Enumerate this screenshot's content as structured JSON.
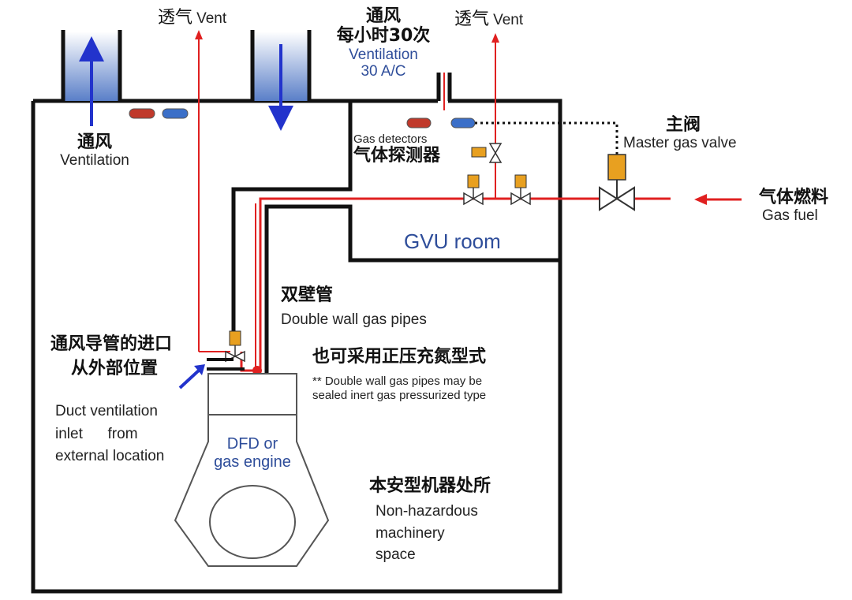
{
  "labels": {
    "vent_left_cn": "透气",
    "vent_left_en": "Vent",
    "vent_right_cn": "透气",
    "vent_right_en": "Vent",
    "ventilation_30_cn_1": "通风",
    "ventilation_30_cn_2": "每小时30次",
    "ventilation_30_en_1": "Ventilation",
    "ventilation_30_en_2": "30 A/C",
    "ventilation_left_cn": "通风",
    "ventilation_left_en": "Ventilation",
    "gas_detectors_en": "Gas detectors",
    "gas_detectors_cn": "气体探测器",
    "master_valve_cn": "主阀",
    "master_valve_en": "Master gas valve",
    "gas_fuel_cn": "气体燃料",
    "gas_fuel_en": "Gas fuel",
    "gvu_room": "GVU room",
    "double_wall_cn": "双壁管",
    "double_wall_en": "Double wall gas pipes",
    "inert_cn": "也可采用正压充氮型式",
    "inert_en_1": "** Double wall gas pipes may be",
    "inert_en_2": "sealed inert gas pressurized type",
    "duct_inlet_cn_1": "通风导管的进口",
    "duct_inlet_cn_2": "从外部位置",
    "duct_inlet_en_1": "Duct ventilation",
    "duct_inlet_en_2": "inlet      from",
    "duct_inlet_en_3": "external location",
    "engine_1": "DFD or",
    "engine_2": "gas engine",
    "nonhaz_cn": "本安型机器处所",
    "nonhaz_en_1": "Non-hazardous",
    "nonhaz_en_2": "machinery",
    "nonhaz_en_3": "space"
  },
  "colors": {
    "line": "#111111",
    "pipe_red": "#e02020",
    "arrow_blue": "#2233cc",
    "label_blue": "#2e4d9a",
    "valve_orange": "#e8a020",
    "sensor_red": "#c0392b",
    "sensor_blue": "#3b6fc8"
  }
}
